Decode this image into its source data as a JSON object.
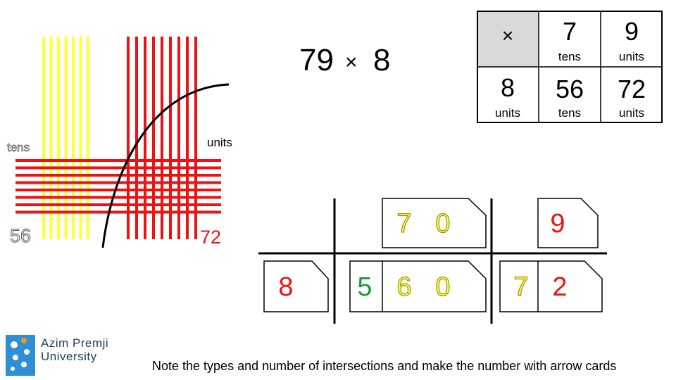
{
  "expression": {
    "left": "79",
    "op": "×",
    "right": "8"
  },
  "table": {
    "corner": "×",
    "col1": {
      "digit": "7",
      "place": "tens"
    },
    "col2": {
      "digit": "9",
      "place": "units"
    },
    "row1": {
      "digit": "8",
      "place": "units"
    },
    "cell1": {
      "value": "56",
      "place": "tens"
    },
    "cell2": {
      "value": "72",
      "place": "units"
    }
  },
  "grid_labels": {
    "tens": "tens",
    "units": "units",
    "left_count": "56",
    "right_count": "72"
  },
  "arrow_cards": {
    "top_left": [
      "7",
      "0"
    ],
    "top_right": "9",
    "multiplier": "8",
    "product_left": [
      "5",
      "6",
      "0"
    ],
    "product_right": [
      "7",
      "2"
    ]
  },
  "colors": {
    "yellow": "#ffff33",
    "red": "#ee1111",
    "green": "#1a9a3a",
    "olive_outline": "#8a7a00"
  },
  "logo": {
    "name_line1": "Azim Premji",
    "name_line2": "University"
  },
  "note": "Note the types and number of intersections and make the number with arrow cards"
}
